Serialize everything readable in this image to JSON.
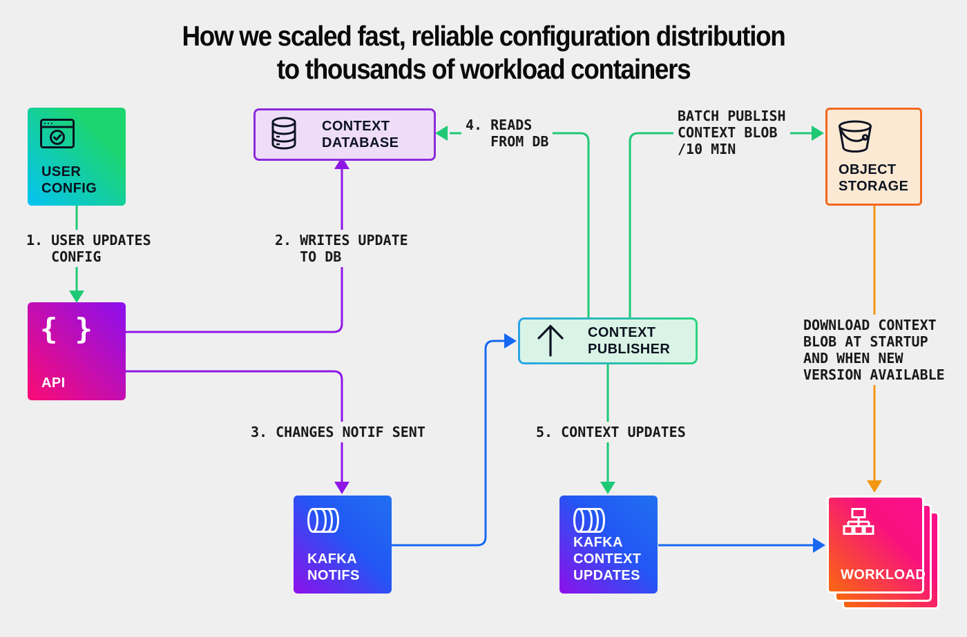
{
  "title": {
    "line1": "How we scaled fast, reliable configuration distribution",
    "line2": "to thousands of workload containers"
  },
  "nodes": {
    "user_config": {
      "label": "USER\nCONFIG",
      "icon": "browser-check-icon"
    },
    "api": {
      "label": "API",
      "icon": "curly-braces-icon",
      "icon_glyph": "{ }"
    },
    "context_database": {
      "label": "CONTEXT\nDATABASE",
      "icon": "database-icon"
    },
    "object_storage": {
      "label": "OBJECT\nSTORAGE",
      "icon": "bucket-icon"
    },
    "context_publisher": {
      "label": "CONTEXT\nPUBLISHER",
      "icon": "arrow-up-icon"
    },
    "kafka_notifs": {
      "label": "KAFKA\nNOTIFS",
      "icon": "kafka-log-icon"
    },
    "kafka_context_updates": {
      "label": "KAFKA\nCONTEXT\nUPDATES",
      "icon": "kafka-log-icon"
    },
    "workload": {
      "label": "WORKLOAD",
      "icon": "sitemap-icon"
    }
  },
  "edges": {
    "user_updates": {
      "label": "1. USER UPDATES\n   CONFIG",
      "color": "#1ec874",
      "from": "user_config",
      "to": "api"
    },
    "writes_update": {
      "label": "2. WRITES UPDATE\n   TO DB",
      "color": "#8e17e6",
      "from": "api",
      "to": "context_database"
    },
    "changes_notif": {
      "label": "3. CHANGES NOTIF SENT",
      "color": "#8e17e6",
      "from": "api",
      "to": "kafka_notifs"
    },
    "reads_from_db": {
      "label": "4. READS\n   FROM DB",
      "color": "#1ec874",
      "from": "context_publisher",
      "to": "context_database"
    },
    "batch_publish": {
      "label": "BATCH PUBLISH\nCONTEXT BLOB\n/10 MIN",
      "color": "#1ec874",
      "from": "context_publisher",
      "to": "object_storage"
    },
    "notifs_to_publisher": {
      "label": "",
      "color": "#1667f2",
      "from": "kafka_notifs",
      "to": "context_publisher"
    },
    "context_updates": {
      "label": "5. CONTEXT UPDATES",
      "color": "#1ec874",
      "from": "context_publisher",
      "to": "kafka_context_updates"
    },
    "updates_to_workload": {
      "label": "",
      "color": "#1667f2",
      "from": "kafka_context_updates",
      "to": "workload"
    },
    "download_blob": {
      "label": "DOWNLOAD CONTEXT\nBLOB AT STARTUP\nAND WHEN NEW\nVERSION AVAILABLE",
      "color": "#f39712",
      "from": "object_storage",
      "to": "workload"
    }
  },
  "palette": {
    "background": "#efeff0",
    "green_arrow": "#1ec874",
    "blue_arrow": "#1667f2",
    "purple_arrow": "#8e17e6",
    "orange_arrow": "#f39712",
    "db_bg": "#eedcf8",
    "db_border": "#8d2bd9",
    "storage_bg": "#fbe9d3",
    "storage_border": "#f2671f",
    "publisher_bg": "#d9f4e6",
    "publisher_border_left": "#2ba4e9",
    "publisher_border_right": "#2bd47e"
  }
}
